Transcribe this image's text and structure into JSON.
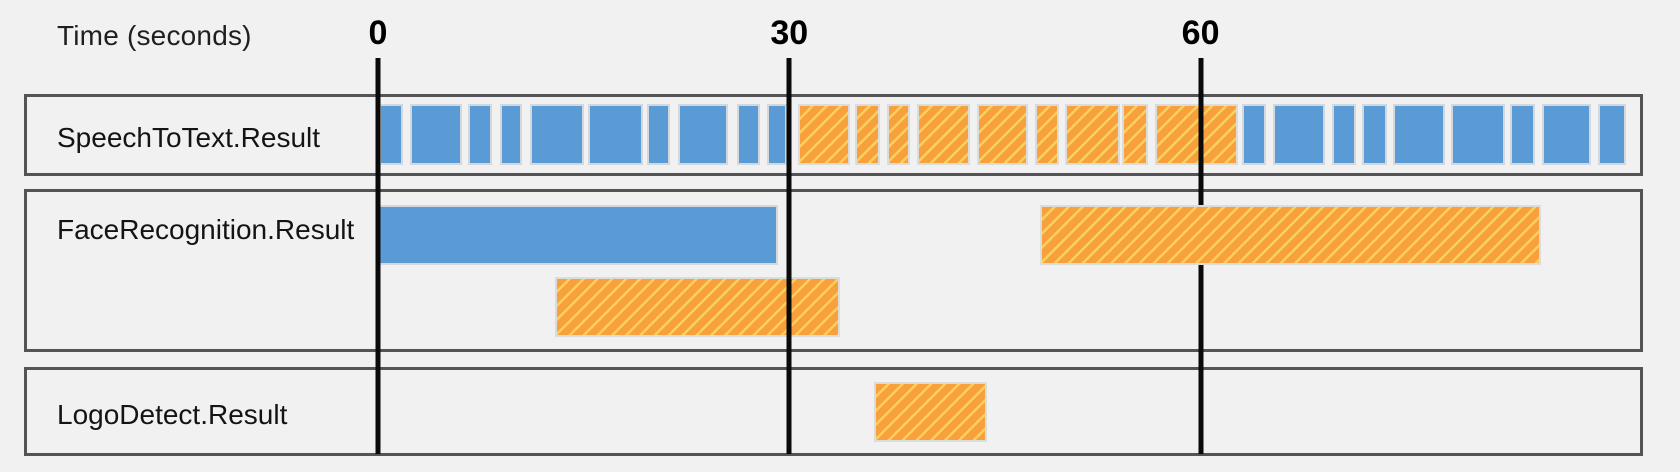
{
  "axis": {
    "title": "Time (seconds)",
    "ticks": [
      {
        "label": "0",
        "t": 0
      },
      {
        "label": "30",
        "t": 30
      },
      {
        "label": "60",
        "t": 60
      }
    ]
  },
  "colors": {
    "blue_bar": "#5B9BD5",
    "orange_bar": "#F8A13C",
    "orange_stripe": "#FBD05E",
    "bar_border": "#D9D9D9",
    "box_border": "#545456",
    "gridline": "#0A0A0A",
    "background": "#F1F1F1",
    "text": "#1F1F1F"
  },
  "chart_data": {
    "type": "gantt-timeline",
    "time_unit": "seconds",
    "xlabel": "Time (seconds)",
    "axis_ticks": [
      0,
      30,
      60
    ],
    "x_visible_range": [
      -26,
      92
    ],
    "legend": "none",
    "bar_styles": {
      "blue": "solid",
      "orange": "diagonal-hatched"
    },
    "rows": [
      {
        "label": "SpeechToText.Result",
        "lanes": [
          {
            "segments": [
              {
                "color": "blue",
                "start": 0.1,
                "end": 1.8
              },
              {
                "color": "blue",
                "start": 2.3,
                "end": 6.1
              },
              {
                "color": "blue",
                "start": 6.6,
                "end": 8.3
              },
              {
                "color": "blue",
                "start": 8.9,
                "end": 10.5
              },
              {
                "color": "blue",
                "start": 11.1,
                "end": 15.0
              },
              {
                "color": "blue",
                "start": 15.3,
                "end": 19.3
              },
              {
                "color": "blue",
                "start": 19.6,
                "end": 21.3
              },
              {
                "color": "blue",
                "start": 21.9,
                "end": 25.5
              },
              {
                "color": "blue",
                "start": 26.2,
                "end": 27.9
              },
              {
                "color": "blue",
                "start": 28.4,
                "end": 29.8
              },
              {
                "color": "orange",
                "start": 30.6,
                "end": 34.4
              },
              {
                "color": "orange",
                "start": 34.8,
                "end": 36.6
              },
              {
                "color": "orange",
                "start": 37.1,
                "end": 38.8
              },
              {
                "color": "orange",
                "start": 39.3,
                "end": 43.2
              },
              {
                "color": "orange",
                "start": 43.7,
                "end": 47.4
              },
              {
                "color": "orange",
                "start": 47.9,
                "end": 49.7
              },
              {
                "color": "orange",
                "start": 50.1,
                "end": 54.1
              },
              {
                "color": "orange",
                "start": 54.3,
                "end": 56.2
              },
              {
                "color": "orange",
                "start": 56.7,
                "end": 62.7
              },
              {
                "color": "blue",
                "start": 63.0,
                "end": 64.8
              },
              {
                "color": "blue",
                "start": 65.3,
                "end": 69.1
              },
              {
                "color": "blue",
                "start": 69.6,
                "end": 71.3
              },
              {
                "color": "blue",
                "start": 71.8,
                "end": 73.6
              },
              {
                "color": "blue",
                "start": 74.0,
                "end": 77.8
              },
              {
                "color": "blue",
                "start": 78.3,
                "end": 82.2
              },
              {
                "color": "blue",
                "start": 82.6,
                "end": 84.4
              },
              {
                "color": "blue",
                "start": 84.9,
                "end": 88.5
              },
              {
                "color": "blue",
                "start": 89.0,
                "end": 91.0
              }
            ]
          }
        ]
      },
      {
        "label": "FaceRecognition.Result",
        "lanes": [
          {
            "segments": [
              {
                "color": "blue",
                "start": 0,
                "end": 29.2
              },
              {
                "color": "orange",
                "start": 48.3,
                "end": 84.8,
                "front": true
              }
            ]
          },
          {
            "segments": [
              {
                "color": "orange",
                "start": 12.9,
                "end": 33.7
              }
            ]
          }
        ]
      },
      {
        "label": "LogoDetect.Result",
        "lanes": [
          {
            "segments": [
              {
                "color": "orange",
                "start": 36.2,
                "end": 44.4
              }
            ]
          }
        ]
      }
    ]
  }
}
